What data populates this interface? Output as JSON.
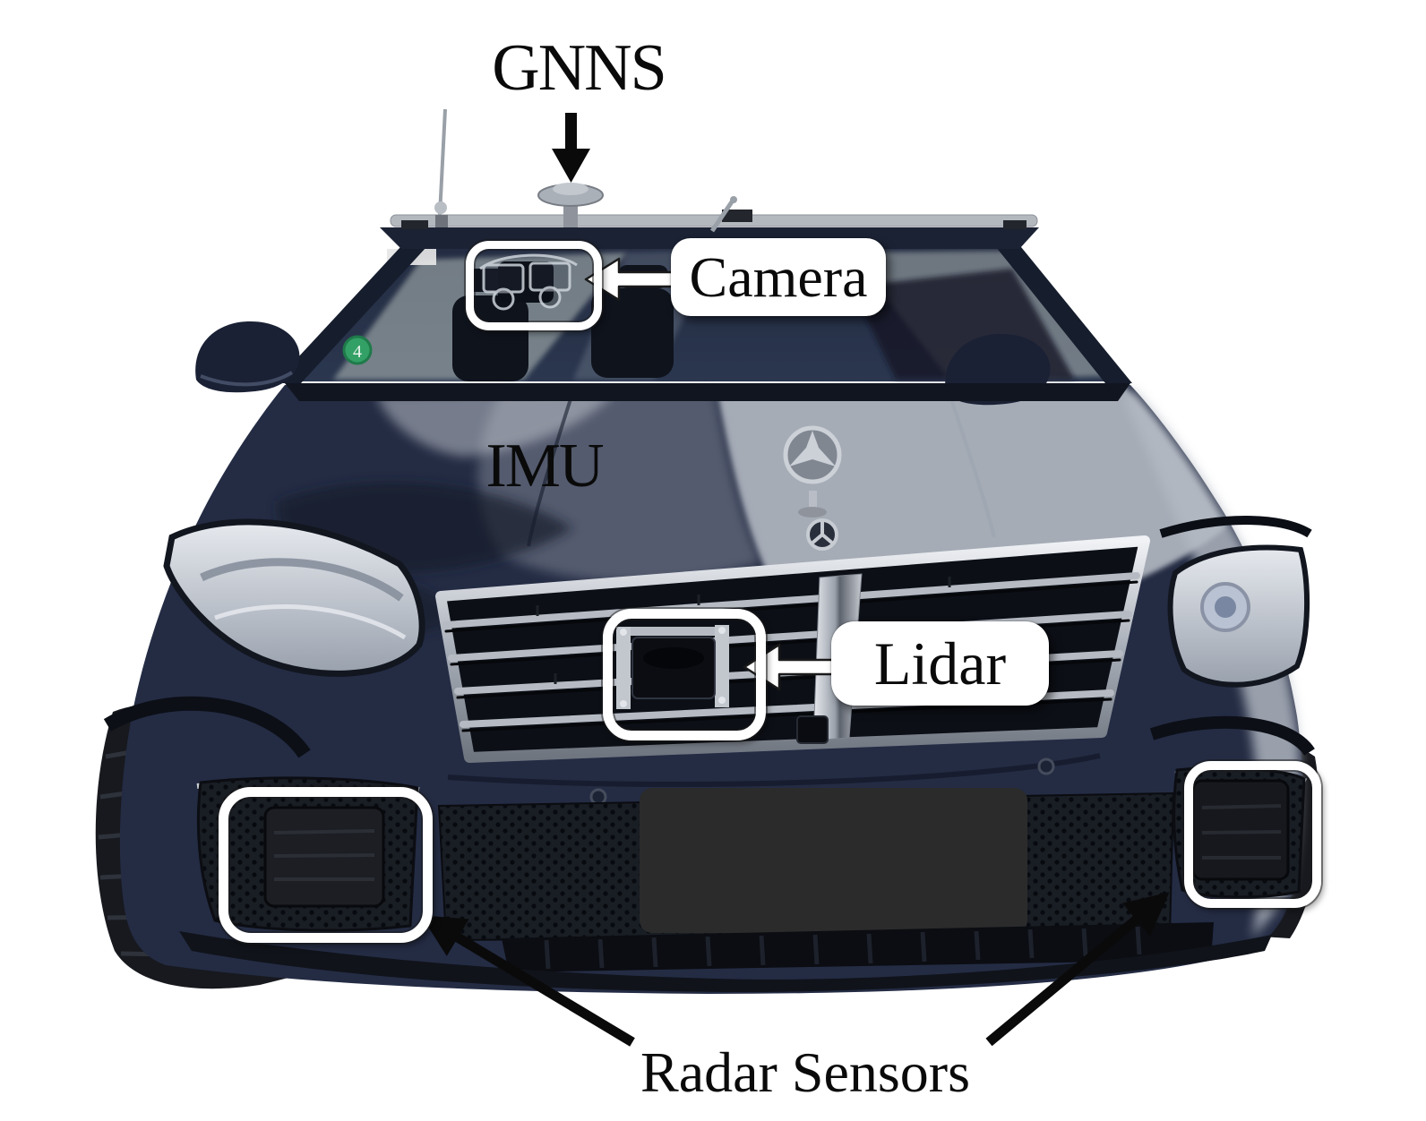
{
  "annotations": {
    "gnns": {
      "label": "GNNS"
    },
    "camera": {
      "label": "Camera"
    },
    "imu": {
      "label": "IMU"
    },
    "lidar": {
      "label": "Lidar"
    },
    "radar": {
      "label": "Radar Sensors"
    }
  },
  "vehicle": {
    "windshield_sticker": "4",
    "colors": {
      "background": "#ffffff",
      "body": "#242c44",
      "glass": "#202940",
      "chrome": "#b6bbc3",
      "tire": "#17191e",
      "license_plate": "#2b2b2b",
      "annotation_text": "#0a0a0a",
      "annotation_box": "#ffffff",
      "highlight_outline": "#ffffff",
      "arrow_black": "#0a0a0a",
      "arrow_white": "#ffffff",
      "sticker_green": "#33a066"
    }
  }
}
